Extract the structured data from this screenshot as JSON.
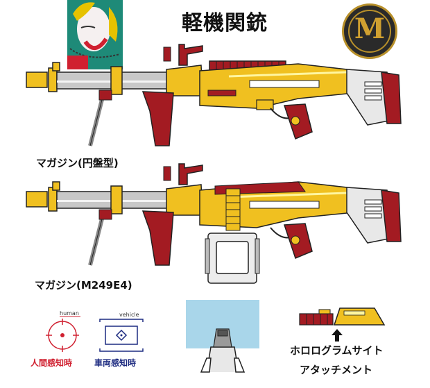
{
  "title": "軽機関銃",
  "badge_letter": "M",
  "captions": {
    "top_gun": "マガジン(円盤型)",
    "bottom_gun": "マガジン(M249E4)"
  },
  "sights": {
    "human_tag": "human",
    "human_label": "人間感知時",
    "vehicle_tag": "vehicle",
    "vehicle_label": "車両感知時"
  },
  "holo": {
    "line1": "ホロログラムサイト",
    "line2": "アタッチメント"
  },
  "colors": {
    "gold": "#f0c020",
    "red": "#a31b22",
    "silver": "#c8c8c8",
    "dark": "#222222",
    "sky": "#a9d6ea"
  }
}
